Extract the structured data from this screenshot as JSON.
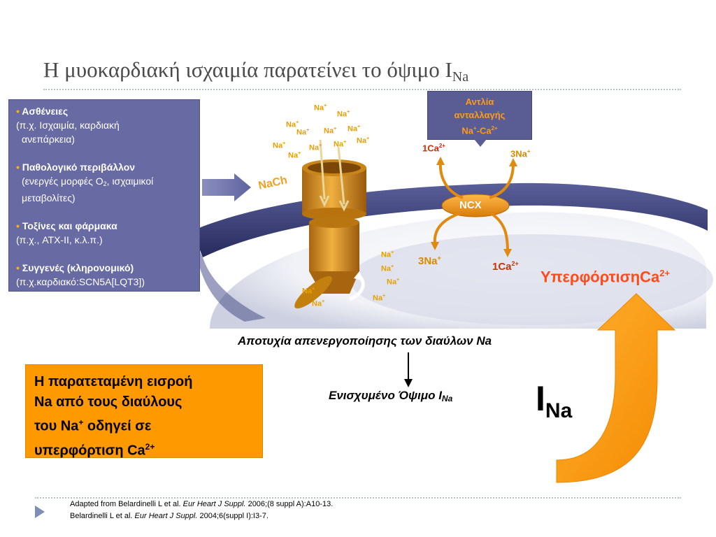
{
  "title": {
    "main": "Η μυοκαρδιακή ισχαιμία παρατείνει το όψιμο I",
    "sub": "Na"
  },
  "left_panel": {
    "items": [
      {
        "title": "Ασθένειες",
        "detail_lines": [
          "(π.χ. Ισχαιμία, καρδιακή",
          "ανεπάρκεια)"
        ]
      },
      {
        "title": "Παθολογικό περιβάλλον",
        "detail_lines": [
          "(ενεργές μορφές Ο",
          "2",
          ", ισχαιμικοί",
          "μεταβολίτες)"
        ]
      },
      {
        "title": "Τοξίνες και φάρμακα",
        "detail_lines": [
          "(π.χ., ATX-II, κ.λ.π.)"
        ]
      },
      {
        "title": "Συγγενές (κληρονομικό)",
        "detail_lines": [
          "(π.χ.καρδιακό:SCN5A[LQT3])"
        ]
      }
    ]
  },
  "ncx_box": {
    "line1": "Αντλία",
    "line2": "ανταλλαγής",
    "line3_base": "Na",
    "line3_sup1": "+",
    "line3_mid": "-Ca",
    "line3_sup2": "2+"
  },
  "diagram": {
    "nach_label": "NaCh",
    "ncx_label": "NCX",
    "na_base": "Na",
    "na_sup": "+",
    "top_left_ca": "1Ca",
    "top_right_na": "3Na",
    "bottom_left_na": "3Na",
    "bottom_right_ca": "1Ca",
    "ca_sup": "2+",
    "na_ion_sup": "+"
  },
  "overload": {
    "text": "ΥπερφόρτισηCa",
    "sup": "2+"
  },
  "caption_top": "Αποτυχία απενεργοποίησης των διαύλων Na",
  "caption_bottom": {
    "text": "Ενισχυμένο Όψιμο I",
    "sub": "Na"
  },
  "orange_box": {
    "line1": "Η παρατεταμένη εισροή",
    "line2": "Na από τους διαύλους",
    "line3_a": "του Na",
    "line3_sup": "+",
    "line3_b": " οδηγεί σε",
    "line4": "υπερφόρτιση Ca",
    "line4_sup": "2+"
  },
  "ina_big": {
    "base": "I",
    "sub": "Na"
  },
  "footer": {
    "line1_a": "Adapted from Belardinelli L et al. ",
    "line1_journal": "Eur Heart J Suppl.",
    "line1_b": " 2006;(8 suppl A):A10-13.",
    "line2_a": "Belardinelli L et al. ",
    "line2_journal": "Eur Heart J Suppl.",
    "line2_b": " 2004;6(suppl I):I3-7."
  },
  "colors": {
    "panel": "#676aa3",
    "orange": "#ff9900",
    "membrane": "#3a3f78",
    "overload_text": "#ff4a1a",
    "channel": "#d8901c"
  }
}
